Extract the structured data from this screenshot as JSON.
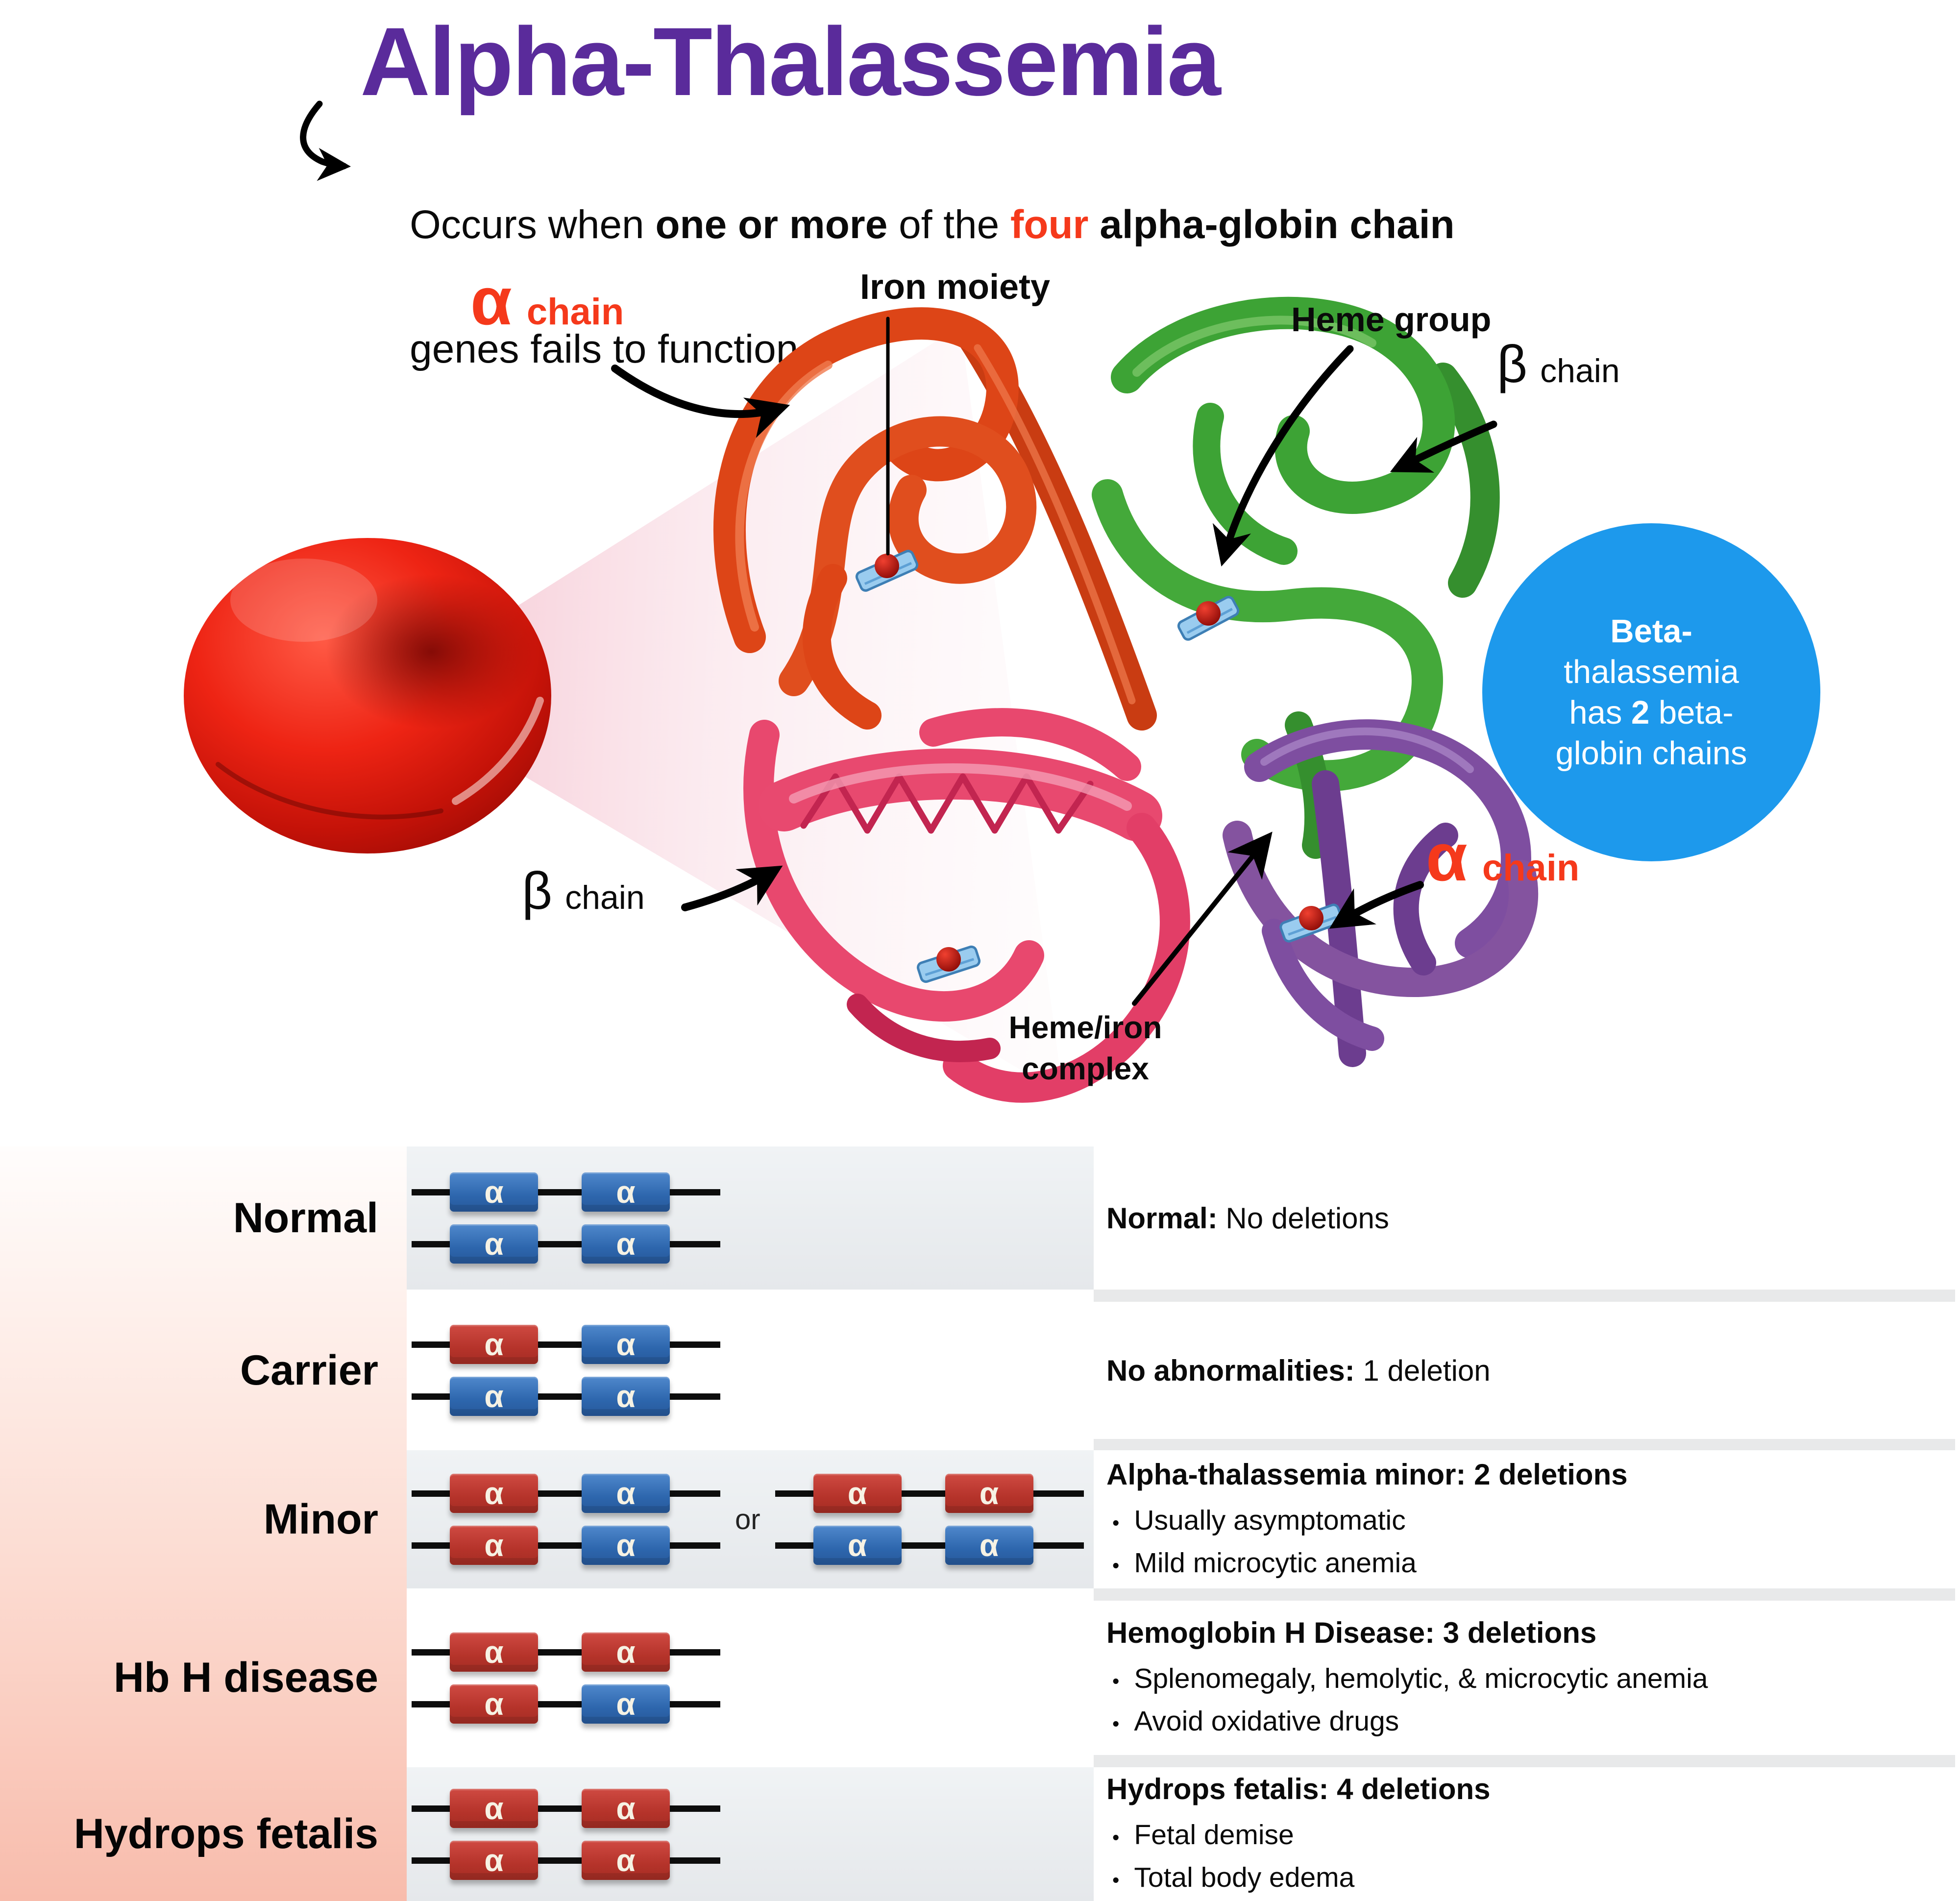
{
  "title": "Alpha-Thalassemia",
  "subtitle": {
    "pre": "Occurs when ",
    "bold1": "one or more",
    "mid": " of the ",
    "four": "four",
    "bold2": " alpha-globin chain",
    "line2": "genes fails to function"
  },
  "molecule": {
    "alpha_glyph": "α",
    "beta_glyph": "β",
    "chain_word": "chain",
    "iron_moiety": "Iron moiety",
    "heme_group": "Heme group",
    "heme_iron_line1": "Heme/iron",
    "heme_iron_line2": "complex"
  },
  "beta_note": {
    "l1": "Beta-",
    "l2": "thalassemia",
    "l3a": "has ",
    "l3b": "2",
    "l3c": " beta-",
    "l4": "globin chains"
  },
  "colors": {
    "title_purple": "#5A2B9B",
    "accent_red": "#F5391B",
    "note_circle_blue": "#1D99EC",
    "gene_box_blue": "#2D66AD",
    "gene_box_red": "#B5332A",
    "chain_orange": "#DD4517",
    "chain_green": "#3DA335",
    "chain_pink": "#E8486E",
    "chain_purple": "#7E4EA0",
    "row_shade_gray": "#E9ECEF",
    "left_column_pink": "#F8BCAC"
  },
  "table": {
    "alpha_glyph": "α",
    "or_label": "or",
    "rows": [
      {
        "label": "Normal",
        "groups": [
          [
            [
              "blue",
              "blue"
            ],
            [
              "blue",
              "blue"
            ]
          ]
        ],
        "heading_bold": "Normal:",
        "heading_rest": " No deletions",
        "bullets": []
      },
      {
        "label": "Carrier",
        "groups": [
          [
            [
              "red",
              "blue"
            ],
            [
              "blue",
              "blue"
            ]
          ]
        ],
        "heading_bold": "No abnormalities:",
        "heading_rest": " 1 deletion",
        "bullets": []
      },
      {
        "label": "Minor",
        "groups": [
          [
            [
              "red",
              "blue"
            ],
            [
              "red",
              "blue"
            ]
          ],
          [
            [
              "red",
              "red"
            ],
            [
              "blue",
              "blue"
            ]
          ]
        ],
        "heading_bold": "Alpha-thalassemia minor: 2 deletions",
        "heading_rest": "",
        "bullets": [
          "Usually asymptomatic",
          "Mild microcytic anemia"
        ]
      },
      {
        "label": "Hb H disease",
        "groups": [
          [
            [
              "red",
              "red"
            ],
            [
              "red",
              "blue"
            ]
          ]
        ],
        "heading_bold": "Hemoglobin H Disease: 3 deletions",
        "heading_rest": "",
        "bullets": [
          "Splenomegaly, hemolytic, & microcytic anemia",
          "Avoid oxidative drugs"
        ]
      },
      {
        "label": "Hydrops fetalis",
        "groups": [
          [
            [
              "red",
              "red"
            ],
            [
              "red",
              "red"
            ]
          ]
        ],
        "heading_bold": "Hydrops fetalis: 4 deletions",
        "heading_rest": "",
        "bullets": [
          "Fetal demise",
          "Total body edema"
        ]
      }
    ]
  }
}
